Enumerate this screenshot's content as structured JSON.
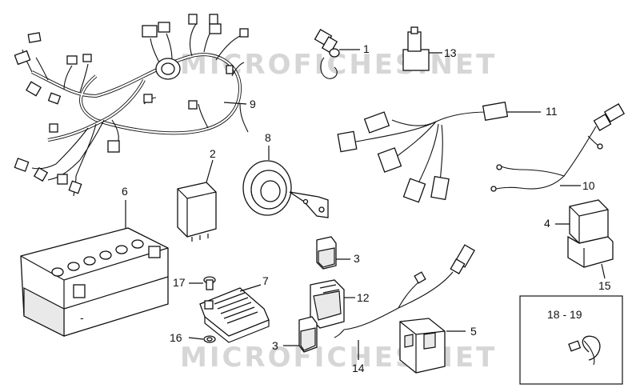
{
  "watermark": {
    "top": "MICROFICHES.NET",
    "bottom": "MICROFICHES.NET"
  },
  "callouts": {
    "c1": "1",
    "c2": "2",
    "c3a": "3",
    "c3b": "3",
    "c4": "4",
    "c5": "5",
    "c6": "6",
    "c7": "7",
    "c8": "8",
    "c9": "9",
    "c10": "10",
    "c11": "11",
    "c12": "12",
    "c13": "13",
    "c14": "14",
    "c15": "15",
    "c16": "16",
    "c17": "17",
    "inset": "18 - 19"
  }
}
